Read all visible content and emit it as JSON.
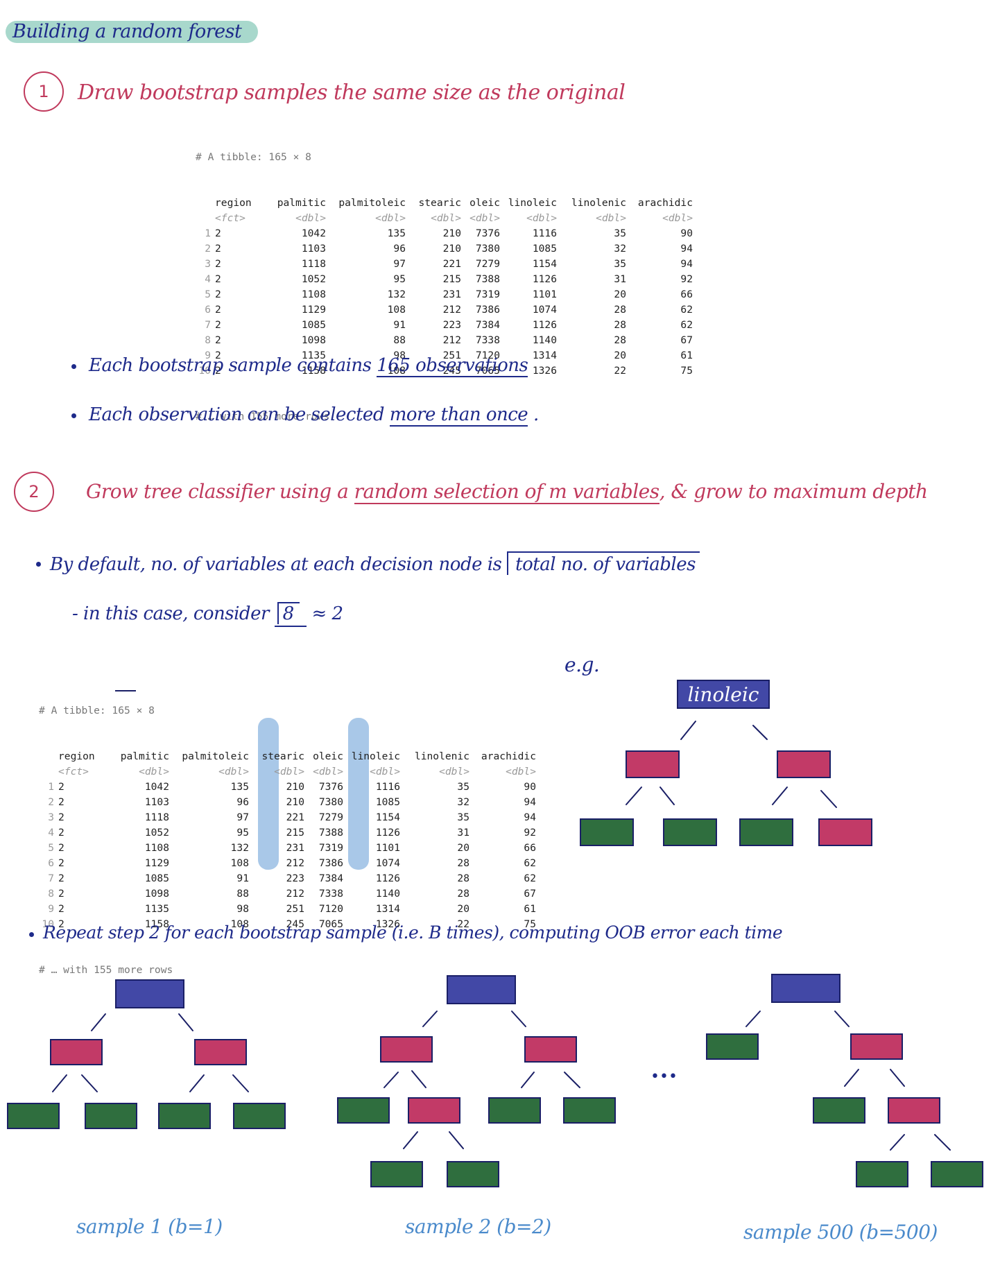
{
  "title": "Building a random forest",
  "step1": {
    "number": "1",
    "text": "Draw bootstrap samples the same size as the original",
    "bullets": [
      {
        "prefix": "Each bootstrap sample contains",
        "emph": "165 observations",
        "suffix": ""
      },
      {
        "prefix": "Each observation can be selected",
        "emph": "more than once",
        "suffix": "."
      }
    ]
  },
  "step2": {
    "number": "2",
    "text_a": "Grow tree classifier using a",
    "text_emph": "random selection of m variables",
    "text_b": ", & grow to maximum depth",
    "default_prefix": "By default, no. of variables at each decision node is",
    "default_sqrt": "total no. of variables",
    "case_prefix": "- in this case, consider",
    "case_sqrt": "8",
    "case_approx": "≈ 2",
    "eg": "e.g.",
    "root_label": "linoleic",
    "repeat": "Repeat step 2 for each bootstrap sample (i.e. B times), computing OOB error each time"
  },
  "tibble": {
    "header": "# A tibble: 165 × 8",
    "columns": [
      "region",
      "palmitic",
      "palmitoleic",
      "stearic",
      "oleic",
      "linoleic",
      "linolenic",
      "arachidic"
    ],
    "types": [
      "<fct>",
      "<dbl>",
      "<dbl>",
      "<dbl>",
      "<dbl>",
      "<dbl>",
      "<dbl>",
      "<dbl>"
    ],
    "rows": [
      [
        "1",
        "2",
        "1042",
        "135",
        "210",
        "7376",
        "1116",
        "35",
        "90"
      ],
      [
        "2",
        "2",
        "1103",
        "96",
        "210",
        "7380",
        "1085",
        "32",
        "94"
      ],
      [
        "3",
        "2",
        "1118",
        "97",
        "221",
        "7279",
        "1154",
        "35",
        "94"
      ],
      [
        "4",
        "2",
        "1052",
        "95",
        "215",
        "7388",
        "1126",
        "31",
        "92"
      ],
      [
        "5",
        "2",
        "1108",
        "132",
        "231",
        "7319",
        "1101",
        "20",
        "66"
      ],
      [
        "6",
        "2",
        "1129",
        "108",
        "212",
        "7386",
        "1074",
        "28",
        "62"
      ],
      [
        "7",
        "2",
        "1085",
        "91",
        "223",
        "7384",
        "1126",
        "28",
        "62"
      ],
      [
        "8",
        "2",
        "1098",
        "88",
        "212",
        "7338",
        "1140",
        "28",
        "67"
      ],
      [
        "9",
        "2",
        "1135",
        "98",
        "251",
        "7120",
        "1314",
        "20",
        "61"
      ],
      [
        "10",
        "2",
        "1158",
        "108",
        "245",
        "7065",
        "1326",
        "22",
        "75"
      ]
    ],
    "footer": "# … with 155 more rows"
  },
  "captions": {
    "sample1": "sample 1 (b=1)",
    "sample2": "sample 2 (b=2)",
    "sample500": "sample 500 (b=500)",
    "ellipsis": "•••"
  },
  "colors": {
    "root": "#4248a6",
    "split": "#c23a67",
    "leaf": "#2f6e3e",
    "heading": "#c0395c",
    "notes": "#1e2a8a",
    "caption": "#4a8acb"
  }
}
